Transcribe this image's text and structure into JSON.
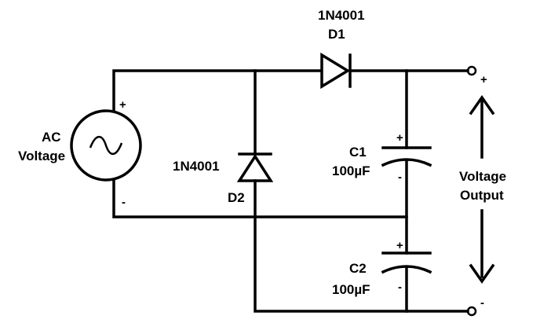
{
  "source": {
    "label_line1": "AC",
    "label_line2": "Voltage",
    "plus": "+",
    "minus": "-"
  },
  "d1": {
    "part": "1N4001",
    "ref": "D1"
  },
  "d2": {
    "part": "1N4001",
    "ref": "D2"
  },
  "c1": {
    "ref": "C1",
    "value": "100µF",
    "plus": "+",
    "minus": "-"
  },
  "c2": {
    "ref": "C2",
    "value": "100µF",
    "plus": "+",
    "minus": "-"
  },
  "output": {
    "label_line1": "Voltage",
    "label_line2": "Output",
    "plus": "+",
    "minus": "-"
  }
}
